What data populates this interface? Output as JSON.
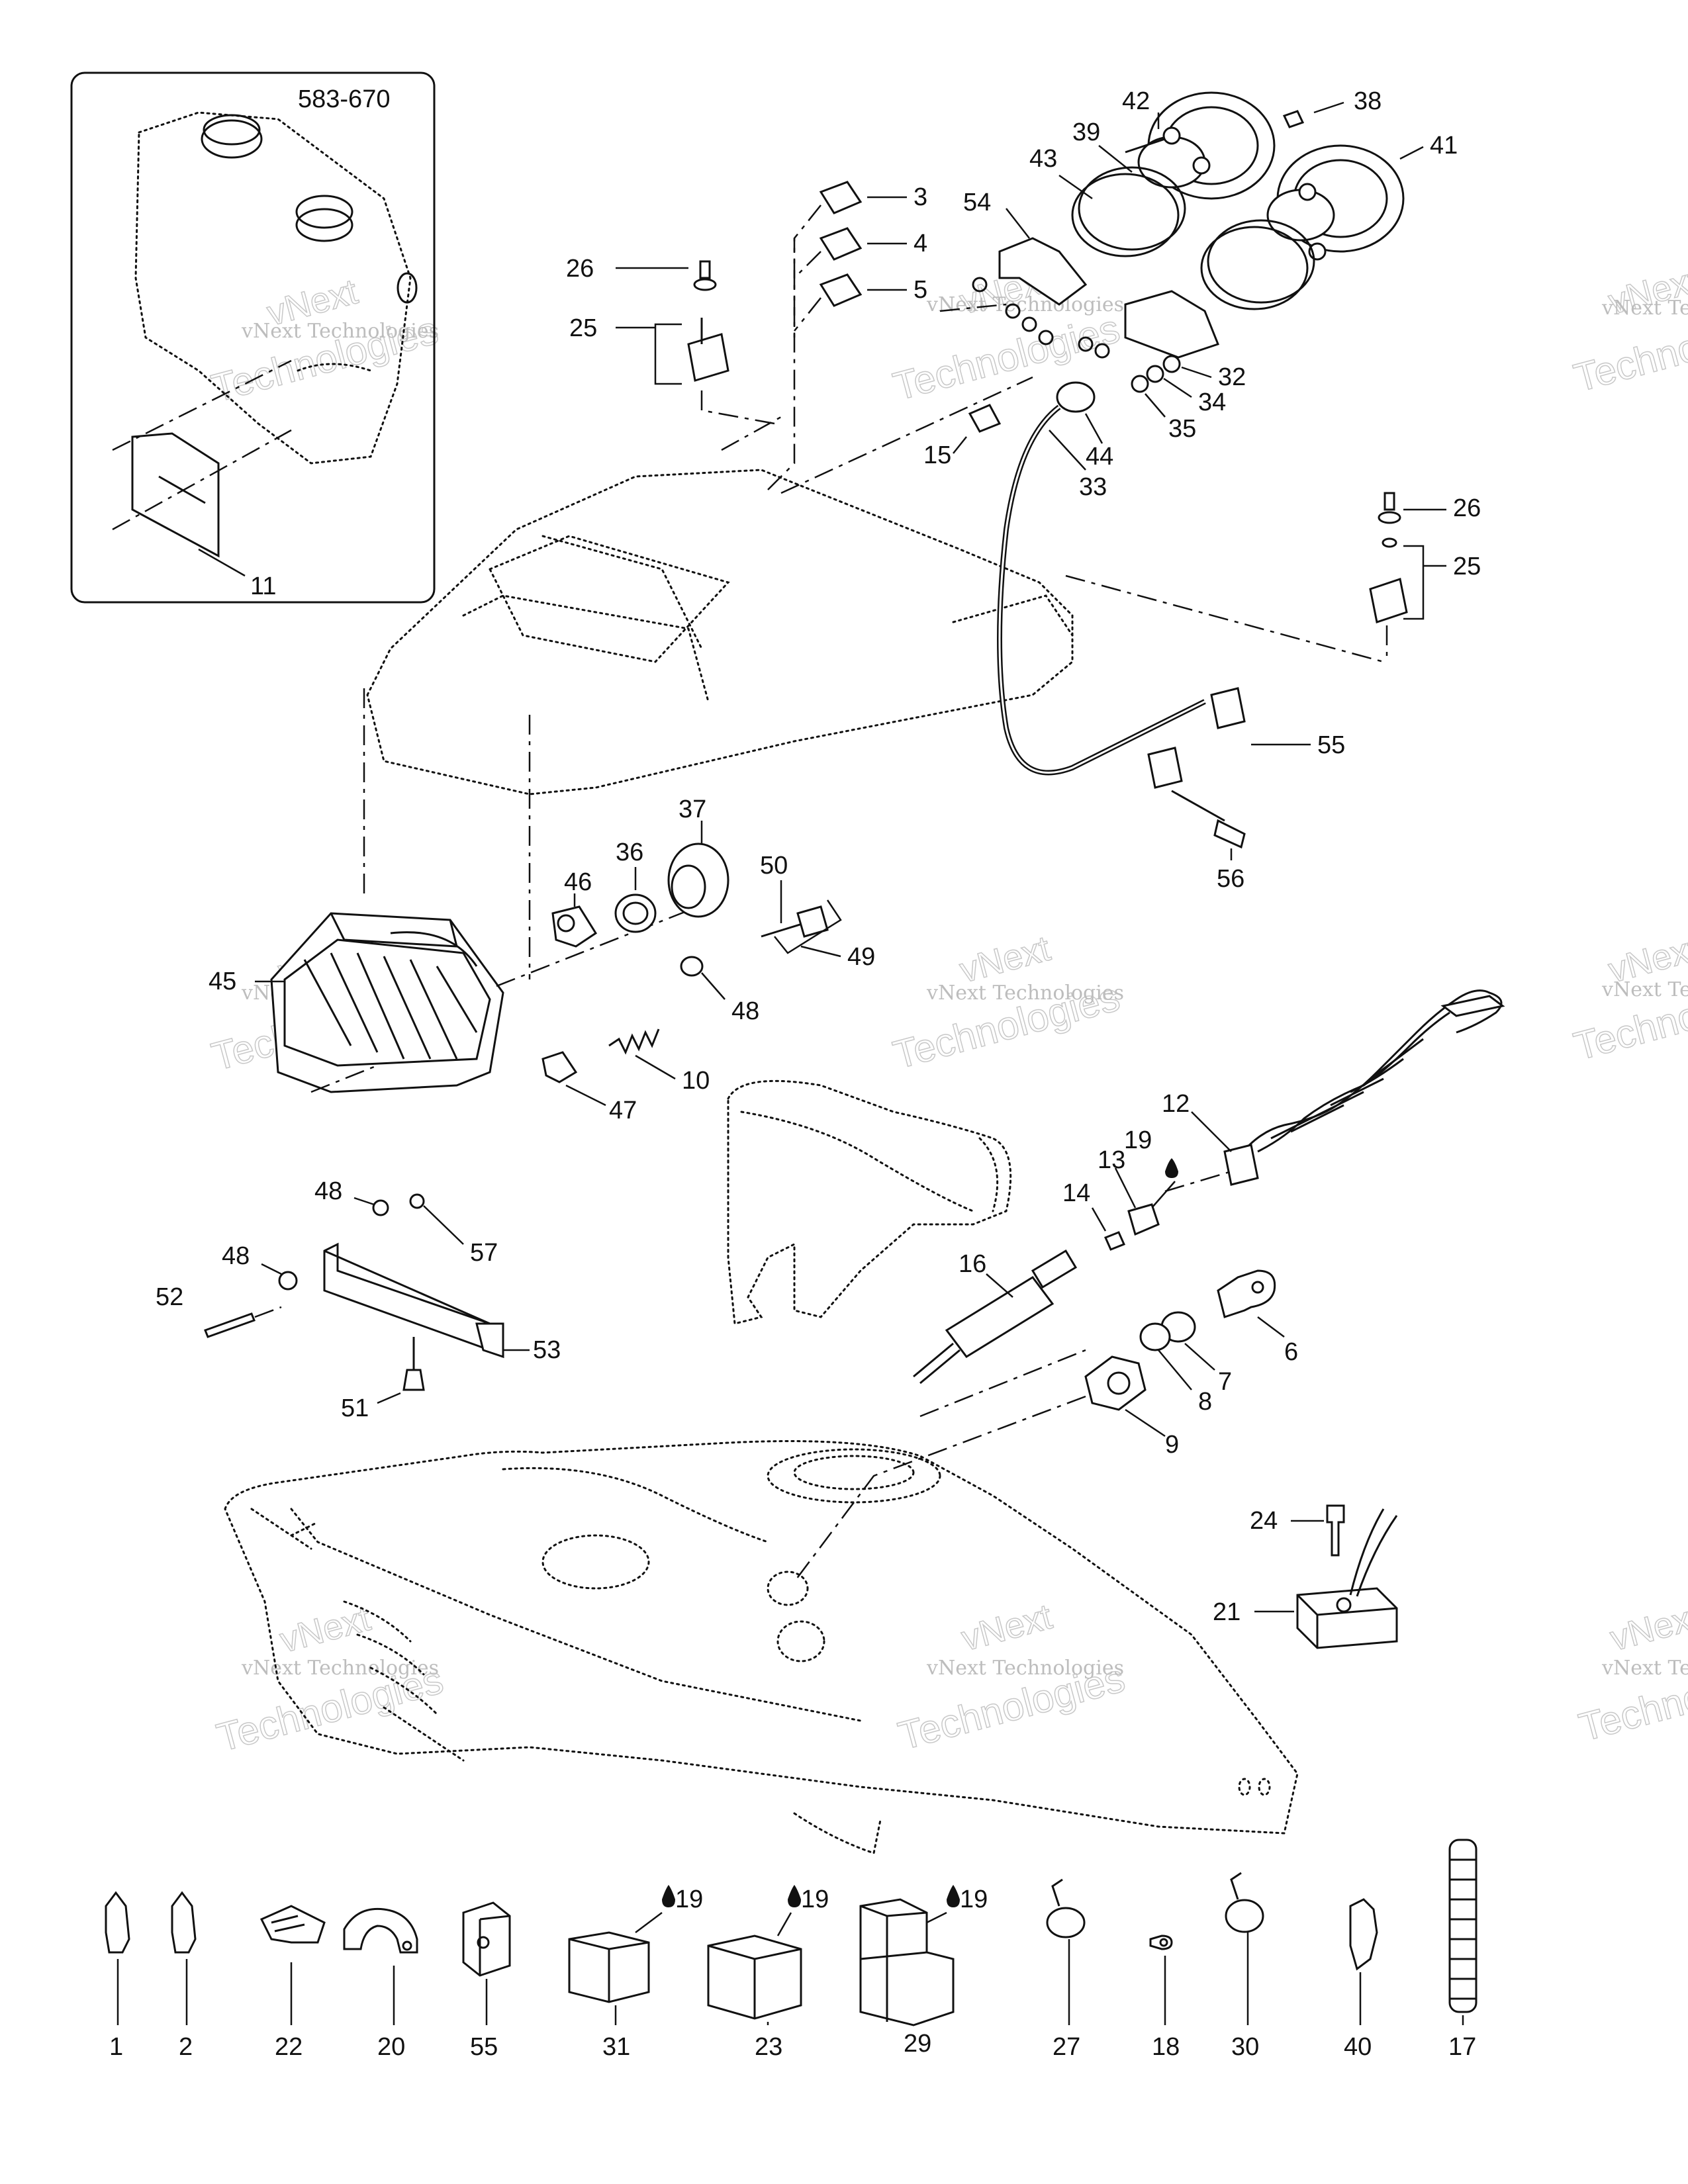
{
  "inset": {
    "code": "583-670"
  },
  "watermark": {
    "brand": "vNext",
    "sub": "Technologies",
    "line": "vNext Technologies"
  },
  "parts": {
    "p1": "1",
    "p2": "2",
    "p3": "3",
    "p4": "4",
    "p5": "5",
    "p6": "6",
    "p7": "7",
    "p8": "8",
    "p9": "9",
    "p10": "10",
    "p11": "11",
    "p12": "12",
    "p13": "13",
    "p14": "14",
    "p15": "15",
    "p16": "16",
    "p17": "17",
    "p18": "18",
    "p19": "19",
    "p20": "20",
    "p21": "21",
    "p22": "22",
    "p23": "23",
    "p24": "24",
    "p25": "25",
    "p26": "26",
    "p27": "27",
    "p29": "29",
    "p30": "30",
    "p31": "31",
    "p32": "32",
    "p33": "33",
    "p34": "34",
    "p35": "35",
    "p36": "36",
    "p37": "37",
    "p38": "38",
    "p39": "39",
    "p40": "40",
    "p41": "41",
    "p42": "42",
    "p43": "43",
    "p44": "44",
    "p45": "45",
    "p46": "46",
    "p47": "47",
    "p48": "48",
    "p49": "49",
    "p50": "50",
    "p51": "51",
    "p52": "52",
    "p53": "53",
    "p54": "54",
    "p55": "55",
    "p56": "56",
    "p57": "57"
  }
}
